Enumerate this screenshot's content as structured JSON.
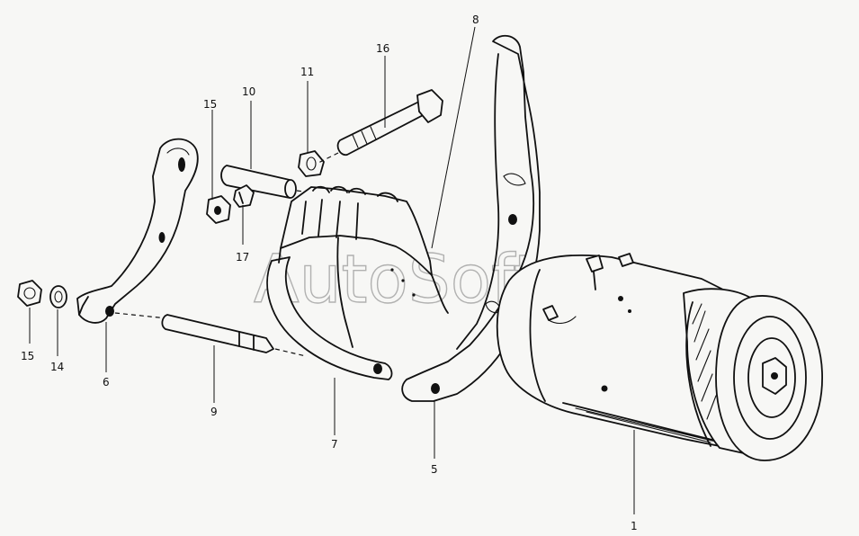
{
  "diagram": {
    "watermark": "AutoSoft",
    "callouts": [
      {
        "id": "1",
        "label": "1"
      },
      {
        "id": "5",
        "label": "5"
      },
      {
        "id": "6",
        "label": "6"
      },
      {
        "id": "7",
        "label": "7"
      },
      {
        "id": "8",
        "label": "8"
      },
      {
        "id": "9",
        "label": "9"
      },
      {
        "id": "10",
        "label": "10"
      },
      {
        "id": "11",
        "label": "11"
      },
      {
        "id": "14",
        "label": "14"
      },
      {
        "id": "15a",
        "label": "15"
      },
      {
        "id": "15b",
        "label": "15"
      },
      {
        "id": "16",
        "label": "16"
      },
      {
        "id": "17",
        "label": "17"
      }
    ]
  }
}
